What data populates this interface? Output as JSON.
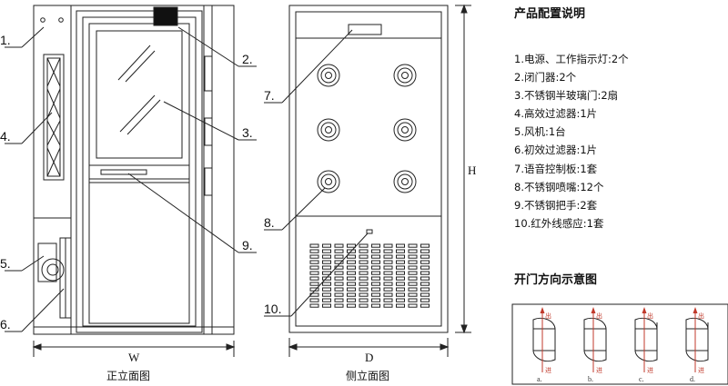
{
  "callouts": [
    "1.",
    "2.",
    "3.",
    "4.",
    "5.",
    "6.",
    "7.",
    "8.",
    "9.",
    "10."
  ],
  "front_view": {
    "caption": "正立面图",
    "width_label": "W"
  },
  "side_view": {
    "caption": "侧立面图",
    "depth_label": "D",
    "height_label": "H"
  },
  "config": {
    "title": "产品配置说明",
    "items": [
      "1.电源、工作指示灯:2个",
      "2.闭门器:2个",
      "3.不锈钢半玻璃门:2扇",
      "4.高效过滤器:1片",
      "5.风机:1台",
      "6.初效过滤器:1片",
      "7.语音控制板:1套",
      "8.不锈钢喷嘴:12个",
      "9.不锈钢把手:2套",
      "10.红外线感应:1套"
    ]
  },
  "door_diagram": {
    "title": "开门方向示意图",
    "in_label": "进",
    "out_label": "出",
    "variants": [
      "a.",
      "b.",
      "c.",
      "d."
    ],
    "arrow_color": "#c0392b"
  }
}
